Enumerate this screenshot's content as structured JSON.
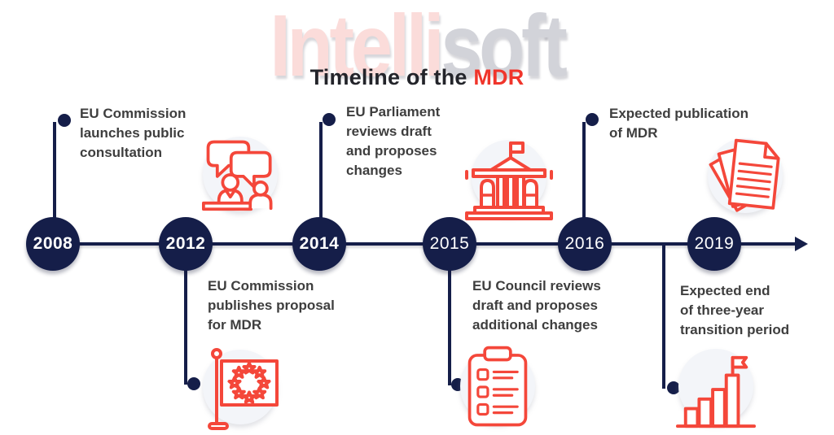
{
  "watermark": {
    "part1": "Intelli",
    "part2": "soft"
  },
  "title": {
    "prefix": "Timeline of the ",
    "highlight": "MDR"
  },
  "colors": {
    "navy": "#151e49",
    "icon_red": "#f4473a",
    "title_red": "#f0352b",
    "watermark_pink": "#fbdcda",
    "watermark_gray": "#d2d3d9",
    "icon_circle_bg": "#f3f5f9",
    "body_text": "#3e3e3e"
  },
  "events": [
    {
      "year": "2008",
      "side": "above",
      "text": "EU Commission\nlaunches public\nconsultation",
      "icon": "chat-people-icon"
    },
    {
      "year": "2012",
      "side": "below",
      "text": "EU Commission\npublishes proposal\nfor MDR",
      "icon": "eu-flag-icon"
    },
    {
      "year": "2014",
      "side": "above",
      "text": "EU Parliament\nreviews draft\nand proposes\nchanges",
      "icon": "parliament-icon"
    },
    {
      "year": "2015",
      "side": "below",
      "text": "EU Council reviews\ndraft and proposes\nadditional changes",
      "icon": "checklist-icon"
    },
    {
      "year": "2016",
      "side": "above",
      "text": "Expected publication\nof MDR",
      "icon": "documents-icon"
    },
    {
      "year": "2019",
      "side": "below",
      "text": "Expected end\nof three-year\ntransition period",
      "icon": "growth-chart-icon"
    }
  ]
}
